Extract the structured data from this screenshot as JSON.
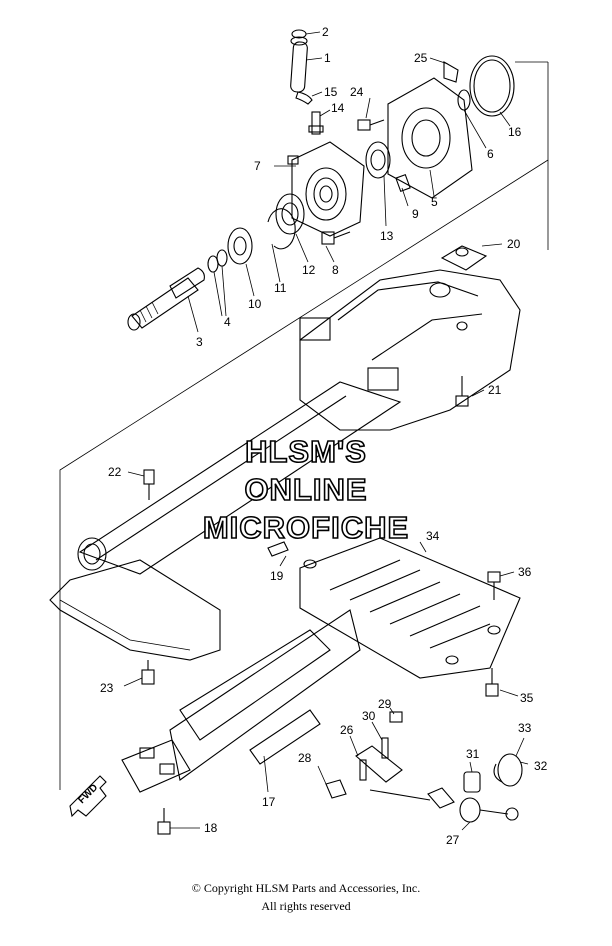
{
  "watermark": {
    "line1": "HLSM'S",
    "line2": "ONLINE",
    "line3": "MICROFICHE"
  },
  "fwd_marker": "FWD",
  "callouts": [
    "1",
    "2",
    "3",
    "4",
    "5",
    "6",
    "7",
    "8",
    "9",
    "10",
    "11",
    "12",
    "13",
    "14",
    "15",
    "16",
    "17",
    "18",
    "19",
    "20",
    "21",
    "22",
    "23",
    "24",
    "25",
    "26",
    "27",
    "28",
    "29",
    "30",
    "31",
    "32",
    "33",
    "34",
    "35",
    "36"
  ],
  "footer": {
    "copyright": "© Copyright HLSM Parts and Accessories, Inc.",
    "rights": "All rights reserved"
  }
}
